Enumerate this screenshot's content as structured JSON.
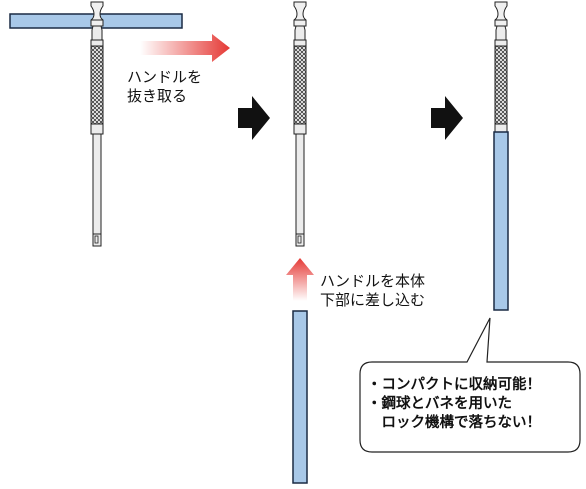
{
  "steps": [
    {
      "label_lines": [
        "ハンドルを",
        "抜き取る"
      ]
    },
    {
      "label_lines": [
        "ハンドルを本体",
        "下部に差し込む"
      ]
    }
  ],
  "callout": {
    "lines": [
      "・コンパクトに収納可能！",
      "・鋼球とバネを用いた",
      "　ロック機構で落ちない！"
    ]
  },
  "colors": {
    "handle_fill": "#a8c8e8",
    "handle_stroke": "#1a2a44",
    "shaft_fill": "#e6e6e6",
    "arrow_red": "#e53935",
    "step_arrow": "#111111"
  },
  "icons": [
    "red-gradient-arrow-right",
    "black-step-arrow",
    "red-gradient-arrow-up"
  ]
}
